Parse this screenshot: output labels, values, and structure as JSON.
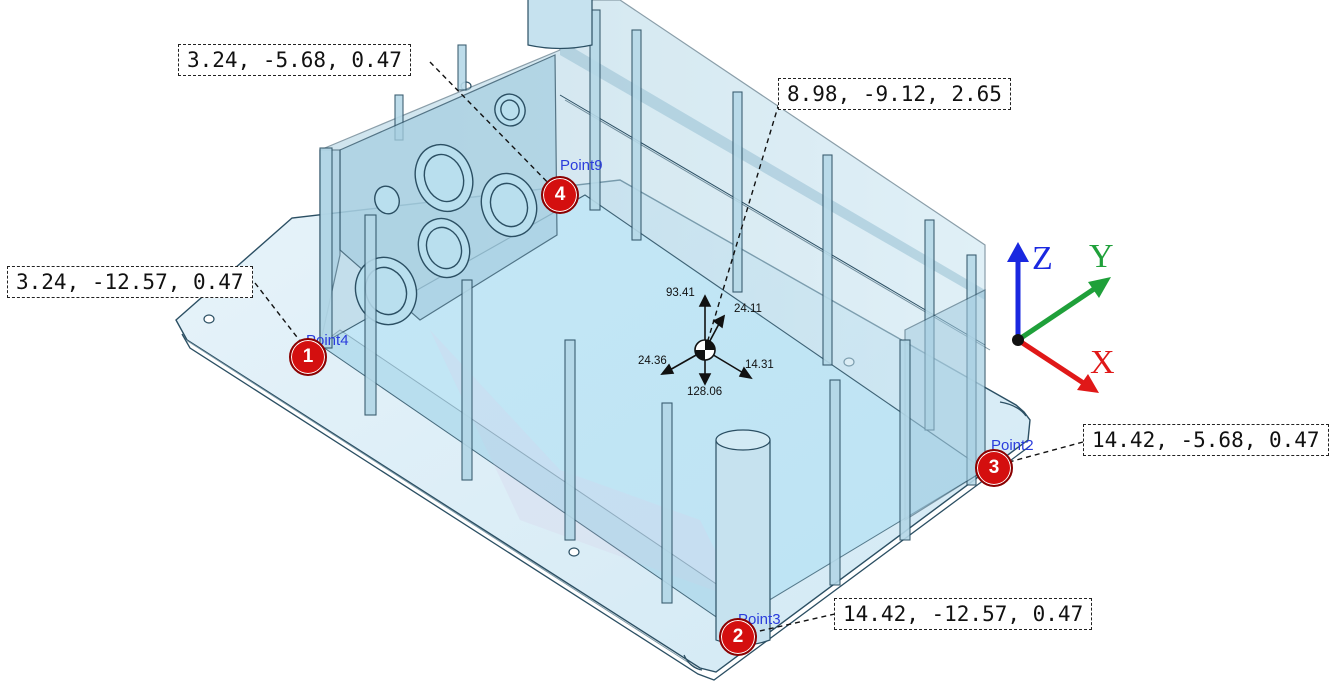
{
  "points": [
    {
      "marker": "1",
      "label": "Point4",
      "coords": "3.24, -12.57, 0.47"
    },
    {
      "marker": "2",
      "label": "Point3",
      "coords": "14.42, -12.57, 0.47"
    },
    {
      "marker": "3",
      "label": "Point2",
      "coords": "14.42, -5.68, 0.47"
    },
    {
      "marker": "4",
      "label": "Point9",
      "coords": "3.24, -5.68, 0.47"
    }
  ],
  "center_of_mass": {
    "coords": "8.98, -9.12, 2.65",
    "dims": {
      "up": "93.41",
      "up_right": "24.11",
      "left": "24.36",
      "right": "14.31",
      "down": "128.06"
    }
  },
  "triad": {
    "x_label": "X",
    "y_label": "Y",
    "z_label": "Z",
    "x_color": "#e01818",
    "y_color": "#1fa03a",
    "z_color": "#1a28e0"
  },
  "colors": {
    "part_fill": "#bfe6f4",
    "part_edge": "#2b4f63",
    "marker": "#d40f0f",
    "label": "#2a3cdc"
  }
}
